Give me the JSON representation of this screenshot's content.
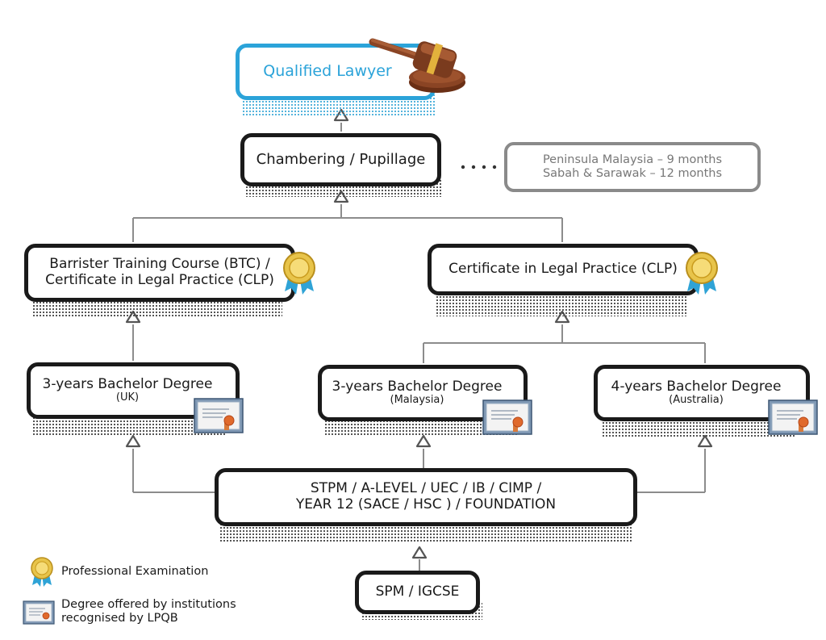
{
  "nodes": {
    "qualified_lawyer": "Qualified Lawyer",
    "chambering": "Chambering / Pupillage",
    "chambering_note_line1": "Peninsula Malaysia – 9 months",
    "chambering_note_line2": "Sabah & Sarawak – 12 months",
    "btc_line1": "Barrister Training Course (BTC) /",
    "btc_line2": "Certificate in Legal Practice (CLP)",
    "clp": "Certificate in Legal Practice (CLP)",
    "degree_uk_title": "3-years Bachelor Degree",
    "degree_uk_sub": "(UK)",
    "degree_my_title": "3-years Bachelor Degree",
    "degree_my_sub": "(Malaysia)",
    "degree_au_title": "4-years Bachelor Degree",
    "degree_au_sub": "(Australia)",
    "preu_line1": "STPM / A-LEVEL / UEC / IB / CIMP /",
    "preu_line2": "YEAR 12 (SACE / HSC ) / FOUNDATION",
    "spm": "SPM / IGCSE",
    "dots": "• • • •"
  },
  "legend": {
    "professional_exam": "Professional Examination",
    "degree_line1": "Degree offered by institutions",
    "degree_line2": "recognised by LPQB"
  },
  "colors": {
    "box_border": "#1a1a1a",
    "highlight_border": "#2ba3d9",
    "highlight_text": "#2ba3d9",
    "note_border": "#8a8a8a",
    "note_text": "#777777",
    "connector": "#8c8c8c",
    "medal_gold": "#e8c44a",
    "ribbon_blue": "#2fa3d6",
    "gavel_brown": "#7a3b1e"
  },
  "icons": {
    "gavel": "gavel-icon",
    "medal": "medal-icon",
    "certificate": "certificate-icon"
  }
}
